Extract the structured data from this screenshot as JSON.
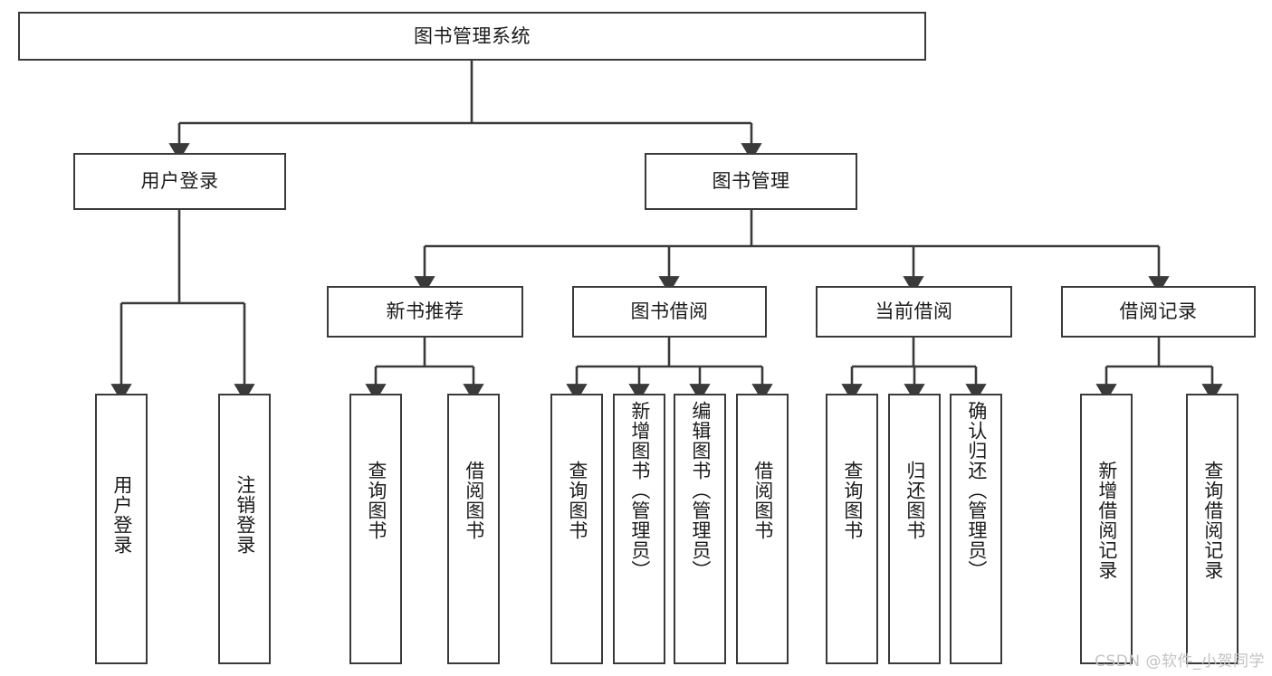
{
  "diagram": {
    "title": "图书管理系统",
    "type": "tree-hierarchy-chart",
    "watermark": "CSDN @软件_小贺同学",
    "colors": {
      "box_border": "#3a3a3a",
      "box_fill": "#ffffff",
      "edge": "#3a3a3a",
      "text": "#1b1b1b",
      "watermark": "#c3c3c3",
      "background": "#ffffff"
    }
  },
  "nodes": {
    "root": {
      "label": "图书管理系统"
    },
    "level1": [
      {
        "label": "用户登录"
      },
      {
        "label": "图书管理"
      }
    ],
    "level2": [
      {
        "label": "新书推荐"
      },
      {
        "label": "图书借阅"
      },
      {
        "label": "当前借阅"
      },
      {
        "label": "借阅记录"
      }
    ],
    "leaves": {
      "user_login": [
        {
          "label": "用户登录"
        },
        {
          "label": "注销登录"
        }
      ],
      "new_book_recommend": [
        {
          "label": "查询图书"
        },
        {
          "label": "借阅图书"
        }
      ],
      "book_borrow": [
        {
          "label": "查询图书"
        },
        {
          "label": "新增图书（管理员）"
        },
        {
          "label": "编辑图书（管理员）"
        },
        {
          "label": "借阅图书"
        }
      ],
      "current_borrow": [
        {
          "label": "查询图书"
        },
        {
          "label": "归还图书"
        },
        {
          "label": "确认归还（管理员）"
        }
      ],
      "borrow_record": [
        {
          "label": "新增借阅记录"
        },
        {
          "label": "查询借阅记录"
        }
      ]
    }
  }
}
